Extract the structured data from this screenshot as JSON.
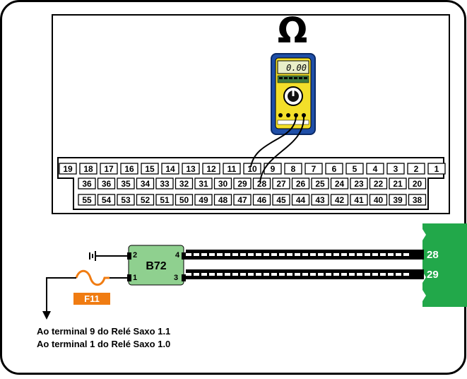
{
  "connector": {
    "row1": [
      "19",
      "18",
      "17",
      "16",
      "15",
      "14",
      "13",
      "12",
      "11",
      "10",
      "9",
      "8",
      "7",
      "6",
      "5",
      "4",
      "3",
      "2",
      "1"
    ],
    "row2": [
      "36",
      "36",
      "35",
      "34",
      "33",
      "32",
      "31",
      "30",
      "29",
      "28",
      "27",
      "26",
      "25",
      "24",
      "23",
      "22",
      "21",
      "20"
    ],
    "row3": [
      "55",
      "54",
      "53",
      "52",
      "51",
      "50",
      "49",
      "48",
      "47",
      "46",
      "45",
      "44",
      "43",
      "42",
      "41",
      "40",
      "39",
      "38"
    ]
  },
  "multimeter": {
    "symbol": "Ω",
    "display": "0.00"
  },
  "module": {
    "name": "B72",
    "pin_top_left": "2",
    "pin_bottom_left": "1",
    "pin_top_right": "4",
    "pin_bottom_right": "3"
  },
  "ecu_terminal": {
    "top": "28",
    "bottom": "29"
  },
  "fuse": {
    "label": "F11"
  },
  "captions": [
    "Ao terminal 9 do Relé Saxo 1.1",
    "Ao terminal 1 do Relé Saxo 1.0"
  ],
  "colors": {
    "module_fill": "#8fd08f",
    "fuse_orange": "#f07c12",
    "ecu_green": "#22a84a",
    "meter_blue": "#1f4fa8",
    "meter_yellow": "#f3df2a"
  }
}
